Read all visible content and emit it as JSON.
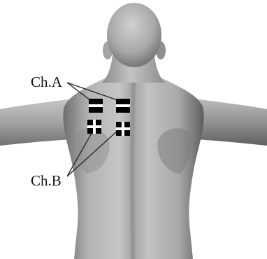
{
  "labels": {
    "channel_a": "Ch.A",
    "channel_b": "Ch.B"
  },
  "electrodes": [
    {
      "channel": "A",
      "side": "left",
      "polarity": "negative",
      "symbol": "minus"
    },
    {
      "channel": "A",
      "side": "right",
      "polarity": "negative",
      "symbol": "minus"
    },
    {
      "channel": "B",
      "side": "left",
      "polarity": "positive",
      "symbol": "plus"
    },
    {
      "channel": "B",
      "side": "right",
      "polarity": "positive",
      "symbol": "plus"
    }
  ],
  "colors": {
    "skin_light": "#c9c9c9",
    "skin_mid": "#9a9a9a",
    "skin_dark": "#5e5e5e",
    "pad": "#000000",
    "pad_symbol": "#ffffff",
    "leader_line": "#222222"
  }
}
